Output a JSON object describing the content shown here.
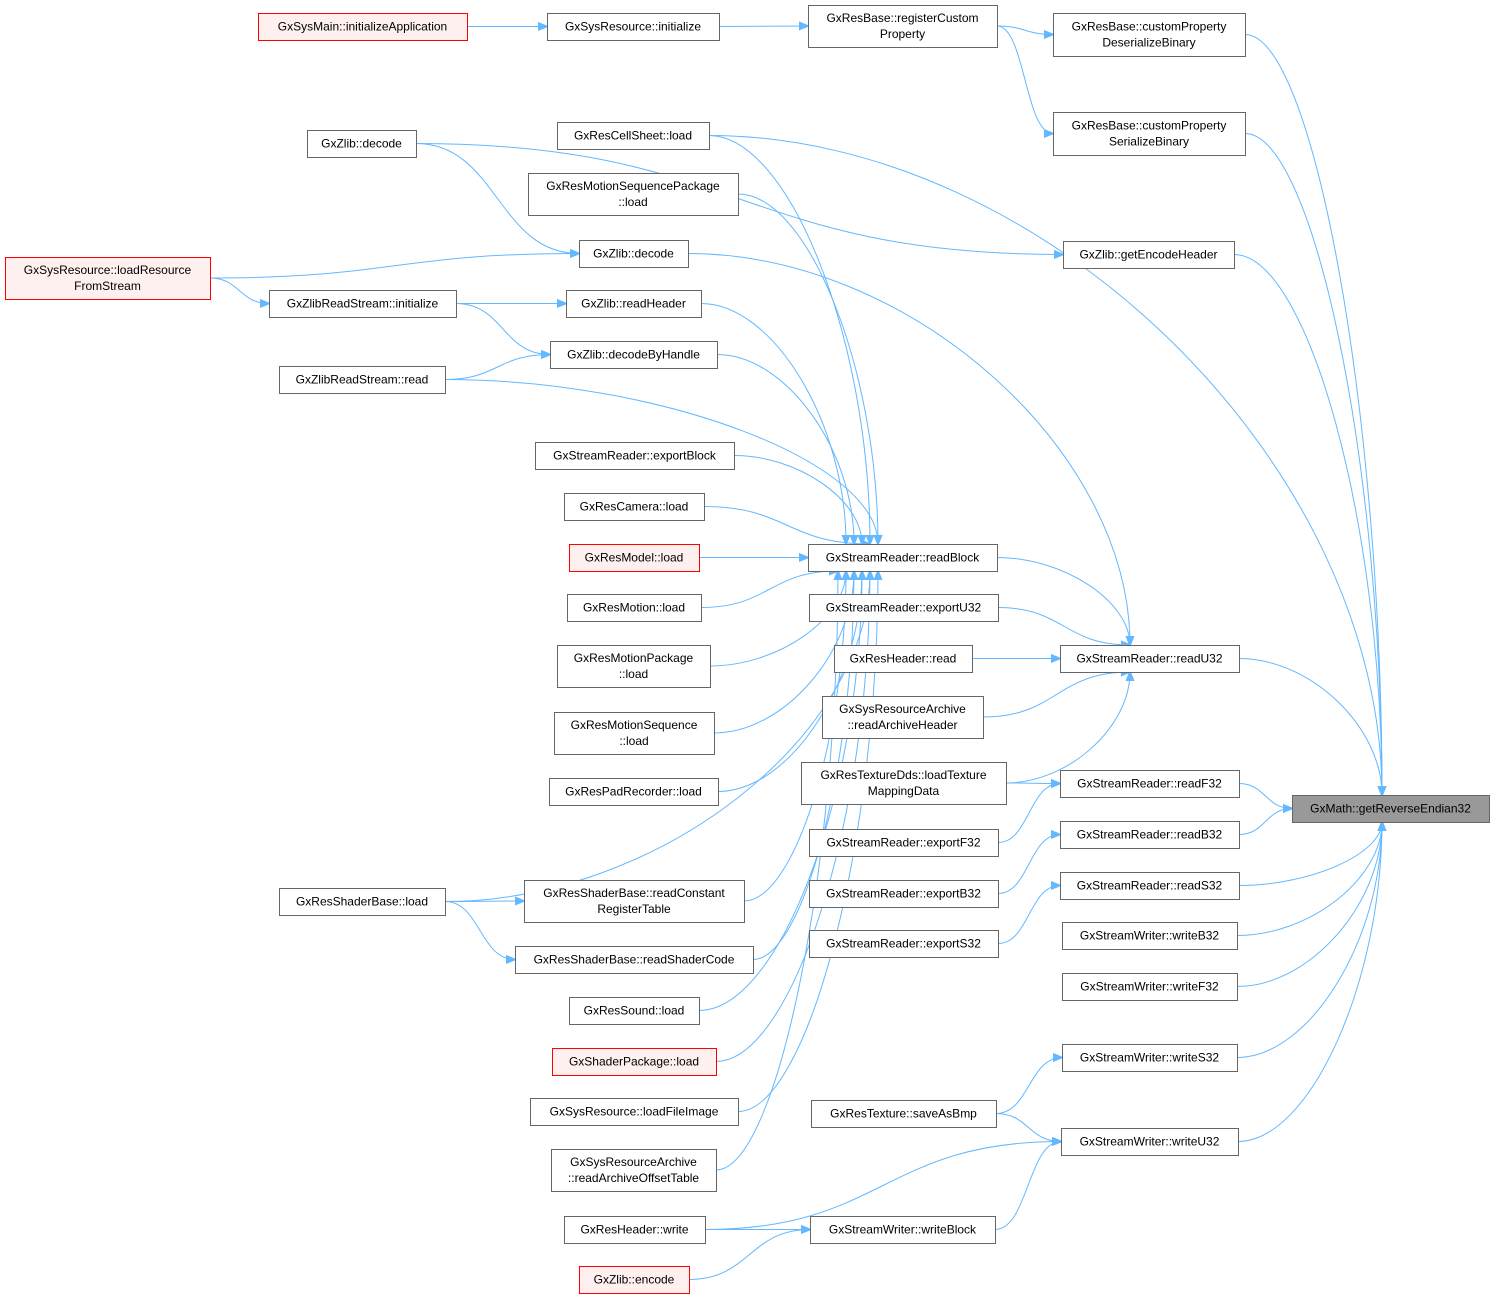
{
  "colors": {
    "edge": "#63b8ff",
    "node_border": "#666666",
    "node_fill": "#ffffff",
    "highlight_border": "#ff0000",
    "highlight_fill": "#fff0f0",
    "root_fill": "#999999"
  },
  "nodes": [
    {
      "id": "sysmain_init",
      "lines": [
        "GxSysMain::initializeApplication"
      ],
      "style": "red"
    },
    {
      "id": "sysres_init",
      "lines": [
        "GxSysResource::initialize"
      ],
      "style": "normal"
    },
    {
      "id": "resbase_regprop",
      "lines": [
        "GxResBase::registerCustom",
        "Property"
      ],
      "style": "normal"
    },
    {
      "id": "resbase_deser",
      "lines": [
        "GxResBase::customProperty",
        "DeserializeBinary"
      ],
      "style": "normal"
    },
    {
      "id": "resbase_ser",
      "lines": [
        "GxResBase::customProperty",
        "SerializeBinary"
      ],
      "style": "normal"
    },
    {
      "id": "zlib_decode1",
      "lines": [
        "GxZlib::decode"
      ],
      "style": "normal"
    },
    {
      "id": "cellsheet_load",
      "lines": [
        "GxResCellSheet::load"
      ],
      "style": "normal"
    },
    {
      "id": "motseqpkg_load",
      "lines": [
        "GxResMotionSequencePackage",
        "::load"
      ],
      "style": "normal"
    },
    {
      "id": "zlib_decode2",
      "lines": [
        "GxZlib::decode"
      ],
      "style": "normal"
    },
    {
      "id": "zlib_getenc",
      "lines": [
        "GxZlib::getEncodeHeader"
      ],
      "style": "normal"
    },
    {
      "id": "sysres_loadstream",
      "lines": [
        "GxSysResource::loadResource",
        "FromStream"
      ],
      "style": "red"
    },
    {
      "id": "zrs_init",
      "lines": [
        "GxZlibReadStream::initialize"
      ],
      "style": "normal"
    },
    {
      "id": "zlib_readhdr",
      "lines": [
        "GxZlib::readHeader"
      ],
      "style": "normal"
    },
    {
      "id": "zlib_decbyhandle",
      "lines": [
        "GxZlib::decodeByHandle"
      ],
      "style": "normal"
    },
    {
      "id": "zrs_read",
      "lines": [
        "GxZlibReadStream::read"
      ],
      "style": "normal"
    },
    {
      "id": "sr_exportblock",
      "lines": [
        "GxStreamReader::exportBlock"
      ],
      "style": "normal"
    },
    {
      "id": "rescam_load",
      "lines": [
        "GxResCamera::load"
      ],
      "style": "normal"
    },
    {
      "id": "resmodel_load",
      "lines": [
        "GxResModel::load"
      ],
      "style": "red"
    },
    {
      "id": "sr_readblock",
      "lines": [
        "GxStreamReader::readBlock"
      ],
      "style": "normal"
    },
    {
      "id": "resmotion_load",
      "lines": [
        "GxResMotion::load"
      ],
      "style": "normal"
    },
    {
      "id": "sr_exportu32",
      "lines": [
        "GxStreamReader::exportU32"
      ],
      "style": "normal"
    },
    {
      "id": "resmotpkg_load",
      "lines": [
        "GxResMotionPackage",
        "::load"
      ],
      "style": "normal"
    },
    {
      "id": "resheader_read",
      "lines": [
        "GxResHeader::read"
      ],
      "style": "normal"
    },
    {
      "id": "sr_readu32",
      "lines": [
        "GxStreamReader::readU32"
      ],
      "style": "normal"
    },
    {
      "id": "sra_readhdr",
      "lines": [
        "GxSysResourceArchive",
        "::readArchiveHeader"
      ],
      "style": "normal"
    },
    {
      "id": "resmotseq_load",
      "lines": [
        "GxResMotionSequence",
        "::load"
      ],
      "style": "normal"
    },
    {
      "id": "padrec_load",
      "lines": [
        "GxResPadRecorder::load"
      ],
      "style": "normal"
    },
    {
      "id": "texdds_load",
      "lines": [
        "GxResTextureDds::loadTexture",
        "MappingData"
      ],
      "style": "normal"
    },
    {
      "id": "sr_readf32",
      "lines": [
        "GxStreamReader::readF32"
      ],
      "style": "normal"
    },
    {
      "id": "root",
      "lines": [
        "GxMath::getReverseEndian32"
      ],
      "style": "root"
    },
    {
      "id": "sr_exportf32",
      "lines": [
        "GxStreamReader::exportF32"
      ],
      "style": "normal"
    },
    {
      "id": "sr_readb32",
      "lines": [
        "GxStreamReader::readB32"
      ],
      "style": "normal"
    },
    {
      "id": "sr_exportb32",
      "lines": [
        "GxStreamReader::exportB32"
      ],
      "style": "normal"
    },
    {
      "id": "sr_reads32",
      "lines": [
        "GxStreamReader::readS32"
      ],
      "style": "normal"
    },
    {
      "id": "shader_load",
      "lines": [
        "GxResShaderBase::load"
      ],
      "style": "normal"
    },
    {
      "id": "shader_readconst",
      "lines": [
        "GxResShaderBase::readConstant",
        "RegisterTable"
      ],
      "style": "normal"
    },
    {
      "id": "sr_exports32",
      "lines": [
        "GxStreamReader::exportS32"
      ],
      "style": "normal"
    },
    {
      "id": "sw_writeb32",
      "lines": [
        "GxStreamWriter::writeB32"
      ],
      "style": "normal"
    },
    {
      "id": "shader_readcode",
      "lines": [
        "GxResShaderBase::readShaderCode"
      ],
      "style": "normal"
    },
    {
      "id": "sw_writef32",
      "lines": [
        "GxStreamWriter::writeF32"
      ],
      "style": "normal"
    },
    {
      "id": "ressound_load",
      "lines": [
        "GxResSound::load"
      ],
      "style": "normal"
    },
    {
      "id": "shaderpkg_load",
      "lines": [
        "GxShaderPackage::load"
      ],
      "style": "red"
    },
    {
      "id": "sw_writes32",
      "lines": [
        "GxStreamWriter::writeS32"
      ],
      "style": "normal"
    },
    {
      "id": "sysres_loadfile",
      "lines": [
        "GxSysResource::loadFileImage"
      ],
      "style": "normal"
    },
    {
      "id": "restex_savebmp",
      "lines": [
        "GxResTexture::saveAsBmp"
      ],
      "style": "normal"
    },
    {
      "id": "sw_writeu32",
      "lines": [
        "GxStreamWriter::writeU32"
      ],
      "style": "normal"
    },
    {
      "id": "sra_readoffset",
      "lines": [
        "GxSysResourceArchive",
        "::readArchiveOffsetTable"
      ],
      "style": "normal"
    },
    {
      "id": "resheader_write",
      "lines": [
        "GxResHeader::write"
      ],
      "style": "normal"
    },
    {
      "id": "sw_writeblock",
      "lines": [
        "GxStreamWriter::writeBlock"
      ],
      "style": "normal"
    },
    {
      "id": "zlib_encode",
      "lines": [
        "GxZlib::encode"
      ],
      "style": "red"
    }
  ],
  "edges": [
    {
      "from": "sysmain_init",
      "to": "sysres_init"
    },
    {
      "from": "sysres_init",
      "to": "resbase_regprop"
    },
    {
      "from": "resbase_regprop",
      "to": "resbase_deser"
    },
    {
      "from": "resbase_regprop",
      "to": "resbase_ser"
    },
    {
      "from": "resbase_deser",
      "to": "root"
    },
    {
      "from": "resbase_ser",
      "to": "root"
    },
    {
      "from": "zlib_decode1",
      "to": "zlib_getenc"
    },
    {
      "from": "zlib_decode1",
      "to": "zlib_decode2"
    },
    {
      "from": "zlib_getenc",
      "to": "root"
    },
    {
      "from": "cellsheet_load",
      "to": "root"
    },
    {
      "from": "cellsheet_load",
      "to": "sr_readblock"
    },
    {
      "from": "motseqpkg_load",
      "to": "sr_readblock"
    },
    {
      "from": "sysres_loadstream",
      "to": "zlib_decode2"
    },
    {
      "from": "sysres_loadstream",
      "to": "zrs_init"
    },
    {
      "from": "zrs_init",
      "to": "zlib_readhdr"
    },
    {
      "from": "zrs_init",
      "to": "zlib_decbyhandle"
    },
    {
      "from": "zrs_read",
      "to": "zlib_decbyhandle"
    },
    {
      "from": "zrs_read",
      "to": "sr_readblock"
    },
    {
      "from": "zlib_decode2",
      "to": "sr_readu32"
    },
    {
      "from": "zlib_readhdr",
      "to": "sr_readblock"
    },
    {
      "from": "zlib_decbyhandle",
      "to": "sr_readblock"
    },
    {
      "from": "sr_exportblock",
      "to": "sr_readblock"
    },
    {
      "from": "rescam_load",
      "to": "sr_readblock"
    },
    {
      "from": "resmodel_load",
      "to": "sr_readblock"
    },
    {
      "from": "resmotion_load",
      "to": "sr_readblock"
    },
    {
      "from": "resmotpkg_load",
      "to": "sr_readblock"
    },
    {
      "from": "resmotseq_load",
      "to": "sr_readblock"
    },
    {
      "from": "padrec_load",
      "to": "sr_readblock"
    },
    {
      "from": "shader_load",
      "to": "sr_readblock"
    },
    {
      "from": "shader_load",
      "to": "shader_readconst"
    },
    {
      "from": "shader_load",
      "to": "shader_readcode"
    },
    {
      "from": "shader_readconst",
      "to": "sr_readblock"
    },
    {
      "from": "shader_readcode",
      "to": "sr_readblock"
    },
    {
      "from": "ressound_load",
      "to": "sr_readblock"
    },
    {
      "from": "shaderpkg_load",
      "to": "sr_readblock"
    },
    {
      "from": "sysres_loadfile",
      "to": "sr_readblock"
    },
    {
      "from": "sra_readoffset",
      "to": "sr_readblock"
    },
    {
      "from": "sr_readblock",
      "to": "sr_readu32"
    },
    {
      "from": "sr_exportu32",
      "to": "sr_readu32"
    },
    {
      "from": "resheader_read",
      "to": "sr_readu32"
    },
    {
      "from": "sra_readhdr",
      "to": "sr_readu32"
    },
    {
      "from": "texdds_load",
      "to": "sr_readu32"
    },
    {
      "from": "texdds_load",
      "to": "sr_readf32"
    },
    {
      "from": "sr_readu32",
      "to": "root"
    },
    {
      "from": "sr_readf32",
      "to": "root"
    },
    {
      "from": "sr_exportf32",
      "to": "sr_readf32"
    },
    {
      "from": "sr_readb32",
      "to": "root"
    },
    {
      "from": "sr_exportb32",
      "to": "sr_readb32"
    },
    {
      "from": "sr_reads32",
      "to": "root"
    },
    {
      "from": "sr_exports32",
      "to": "sr_reads32"
    },
    {
      "from": "sw_writeb32",
      "to": "root"
    },
    {
      "from": "sw_writef32",
      "to": "root"
    },
    {
      "from": "sw_writes32",
      "to": "root"
    },
    {
      "from": "restex_savebmp",
      "to": "sw_writes32"
    },
    {
      "from": "restex_savebmp",
      "to": "sw_writeu32"
    },
    {
      "from": "sw_writeu32",
      "to": "root"
    },
    {
      "from": "resheader_write",
      "to": "sw_writeu32"
    },
    {
      "from": "resheader_write",
      "to": "sw_writeblock"
    },
    {
      "from": "sw_writeblock",
      "to": "sw_writeu32"
    },
    {
      "from": "zlib_encode",
      "to": "sw_writeblock"
    }
  ]
}
